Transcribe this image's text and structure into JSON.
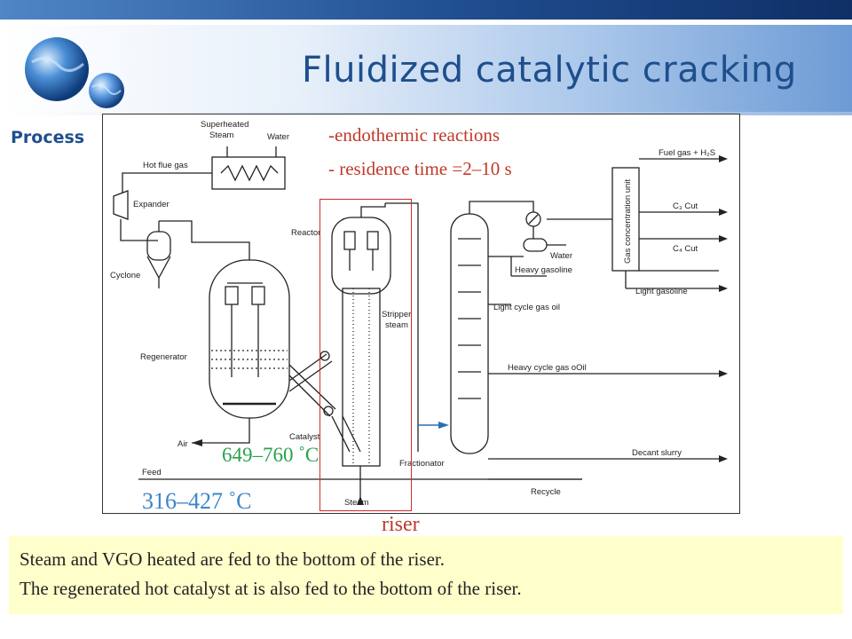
{
  "slide": {
    "title": "Fluidized catalytic cracking",
    "subtitle": "Process"
  },
  "diagram": {
    "labels": {
      "superheated_steam_1": "Superheated",
      "superheated_steam_2": "Steam",
      "water_top": "Water",
      "hot_flue_gas": "Hot flue gas",
      "expander": "Expander",
      "cyclone": "Cyclone",
      "regenerator": "Regenerator",
      "air": "Air",
      "catalyst": "Catalyst",
      "feed": "Feed",
      "steam_bottom": "Steam",
      "reactor": "Reactor",
      "stripper_steam_1": "Stripper",
      "stripper_steam_2": "steam",
      "fractionator": "Fractionator",
      "recycle": "Recycle",
      "decant_slurry": "Decant slurry",
      "heavy_cycle_gas_oil": "Heavy cycle gas oOil",
      "light_cycle_gas_oil": "Light cycle gas oil",
      "heavy_gasoline": "Heavy gasoline",
      "water_right": "Water",
      "fuel_gas": "Fuel gas + H₂S",
      "c3_cut": "C₃ Cut",
      "c4_cut": "C₄ Cut",
      "light_gasoline": "Light gasoline",
      "gas_concentration_unit": "Gas concentration unit"
    }
  },
  "annotations": {
    "endothermic": "-endothermic reactions",
    "residence_time": "- residence time =2–10 s",
    "catalyst_temp": "649–760 ˚C",
    "feed_temp": "316–427 ˚C",
    "riser": "riser"
  },
  "caption": {
    "line1": "Steam and VGO heated are fed to the bottom of the riser.",
    "line2": "The regenerated hot catalyst at is also fed to the bottom of the riser."
  }
}
